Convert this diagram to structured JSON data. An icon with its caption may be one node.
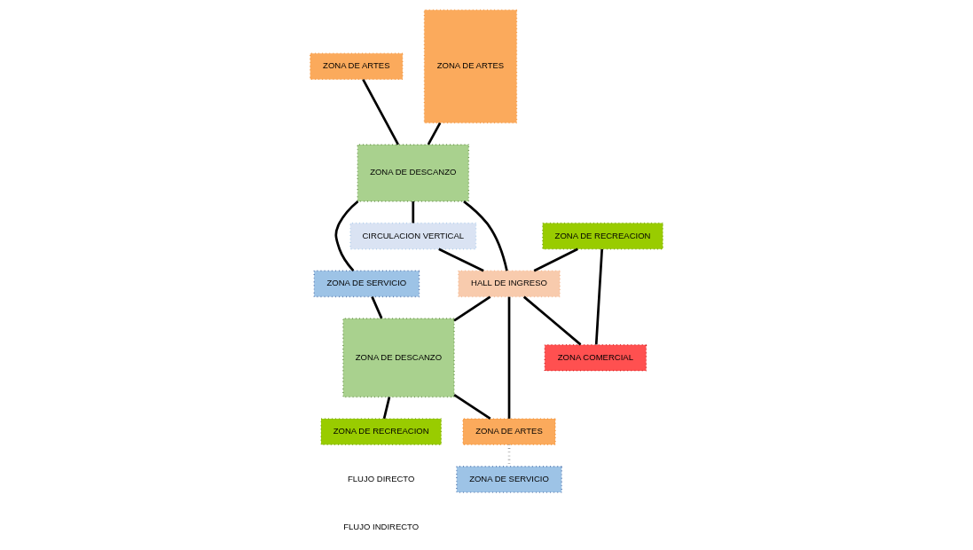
{
  "diagram": {
    "nodes": [
      {
        "text": [
          "ZONA DE ARTES"
        ]
      },
      {
        "text": [
          "ZONA DE ARTES"
        ]
      },
      {
        "text": [
          "ZONA DE DESCANZO"
        ]
      },
      {
        "text": [
          "CIRCULACION VERTICAL"
        ]
      },
      {
        "text": [
          "ZONA DE RECREACION"
        ]
      },
      {
        "text": [
          "HALL DE INGRESO"
        ]
      },
      {
        "text": [
          "ZONA COMERCIAL"
        ]
      },
      {
        "text": [
          "ZONA DE SERVICIO"
        ]
      },
      {
        "text": [
          "ZONA DE DESCANZO"
        ]
      },
      {
        "text": [
          "ZONA DE ARTES"
        ]
      },
      {
        "text": [
          "ZONA DE SERVICIO"
        ]
      },
      {
        "text": [
          "ZONA DE RECREACION"
        ]
      }
    ],
    "edges": [
      {
        "from": 0,
        "to": 2,
        "arrow": "none"
      },
      {
        "from": 1,
        "to": 2,
        "arrow": "none"
      },
      {
        "from": 2,
        "to": 3,
        "arrow": "none"
      },
      {
        "from": 2,
        "to": 5,
        "arrow": "none"
      },
      {
        "from": 3,
        "to": 5,
        "arrow": "none"
      },
      {
        "from": 5,
        "to": 6,
        "arrow": "none"
      },
      {
        "from": 4,
        "to": 5,
        "arrow": "none"
      },
      {
        "from": 4,
        "to": 6,
        "arrow": "none"
      },
      {
        "from": 2,
        "to": 7,
        "arrow": "none"
      },
      {
        "from": 7,
        "to": 8,
        "arrow": "none"
      },
      {
        "from": 5,
        "to": 8,
        "arrow": "none"
      },
      {
        "from": 5,
        "to": 9,
        "arrow": "none"
      },
      {
        "from": 8,
        "to": 9,
        "arrow": "none"
      },
      {
        "from": 8,
        "to": 11,
        "arrow": "none"
      },
      {
        "from": 9,
        "to": 10,
        "arrow": "none",
        "style": "dashed",
        "color": "#808080"
      }
    ],
    "legend": [
      {
        "text": "FLUJO DIRECTO"
      },
      {
        "text": "FLUJO INDIRECTO"
      }
    ]
  }
}
